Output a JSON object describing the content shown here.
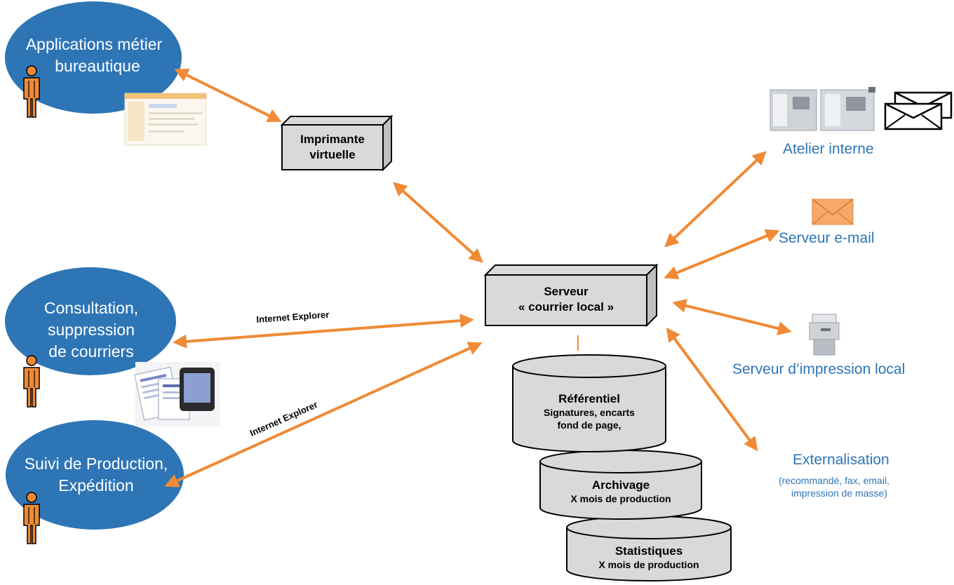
{
  "actors": {
    "applications": {
      "line1": "Applications métier",
      "line2": "bureautique"
    },
    "consultation": {
      "line1": "Consultation,",
      "line2": "suppression",
      "line3": "de courriers"
    },
    "suivi": {
      "line1": "Suivi de Production,",
      "line2": "Expédition"
    }
  },
  "nodes": {
    "imprimante": {
      "line1": "Imprimante",
      "line2": "virtuelle"
    },
    "serveur": {
      "line1": "Serveur",
      "line2": "« courrier local »"
    }
  },
  "databases": {
    "referentiel": {
      "title": "Référentiel",
      "line1": "Signatures, encarts",
      "line2": "fond de page,"
    },
    "archivage": {
      "title": "Archivage",
      "line1": "X mois de production"
    },
    "statistiques": {
      "title": "Statistiques",
      "line1": "X mois de production"
    }
  },
  "outputs": {
    "atelier": "Atelier interne",
    "email": "Serveur e-mail",
    "impression": "Serveur d’impression local",
    "externalisation": {
      "title": "Externalisation",
      "line1": "(recommandé, fax, email,",
      "line2": "impression de masse)"
    }
  },
  "connection_labels": {
    "consultation": "Internet Explorer",
    "suivi": "Internet Explorer"
  },
  "colors": {
    "ellipse": "#2e75b6",
    "arrow": "#f08a35",
    "person": "#f08a35",
    "box_fill": "#d9d9d9",
    "label_blue": "#2e75b6"
  },
  "icons": [
    "person-icon",
    "screenshot-thumbnail",
    "documents-thumbnail",
    "printer-machines-icon",
    "envelope-icon",
    "envelope-orange-icon",
    "printer-icon"
  ]
}
